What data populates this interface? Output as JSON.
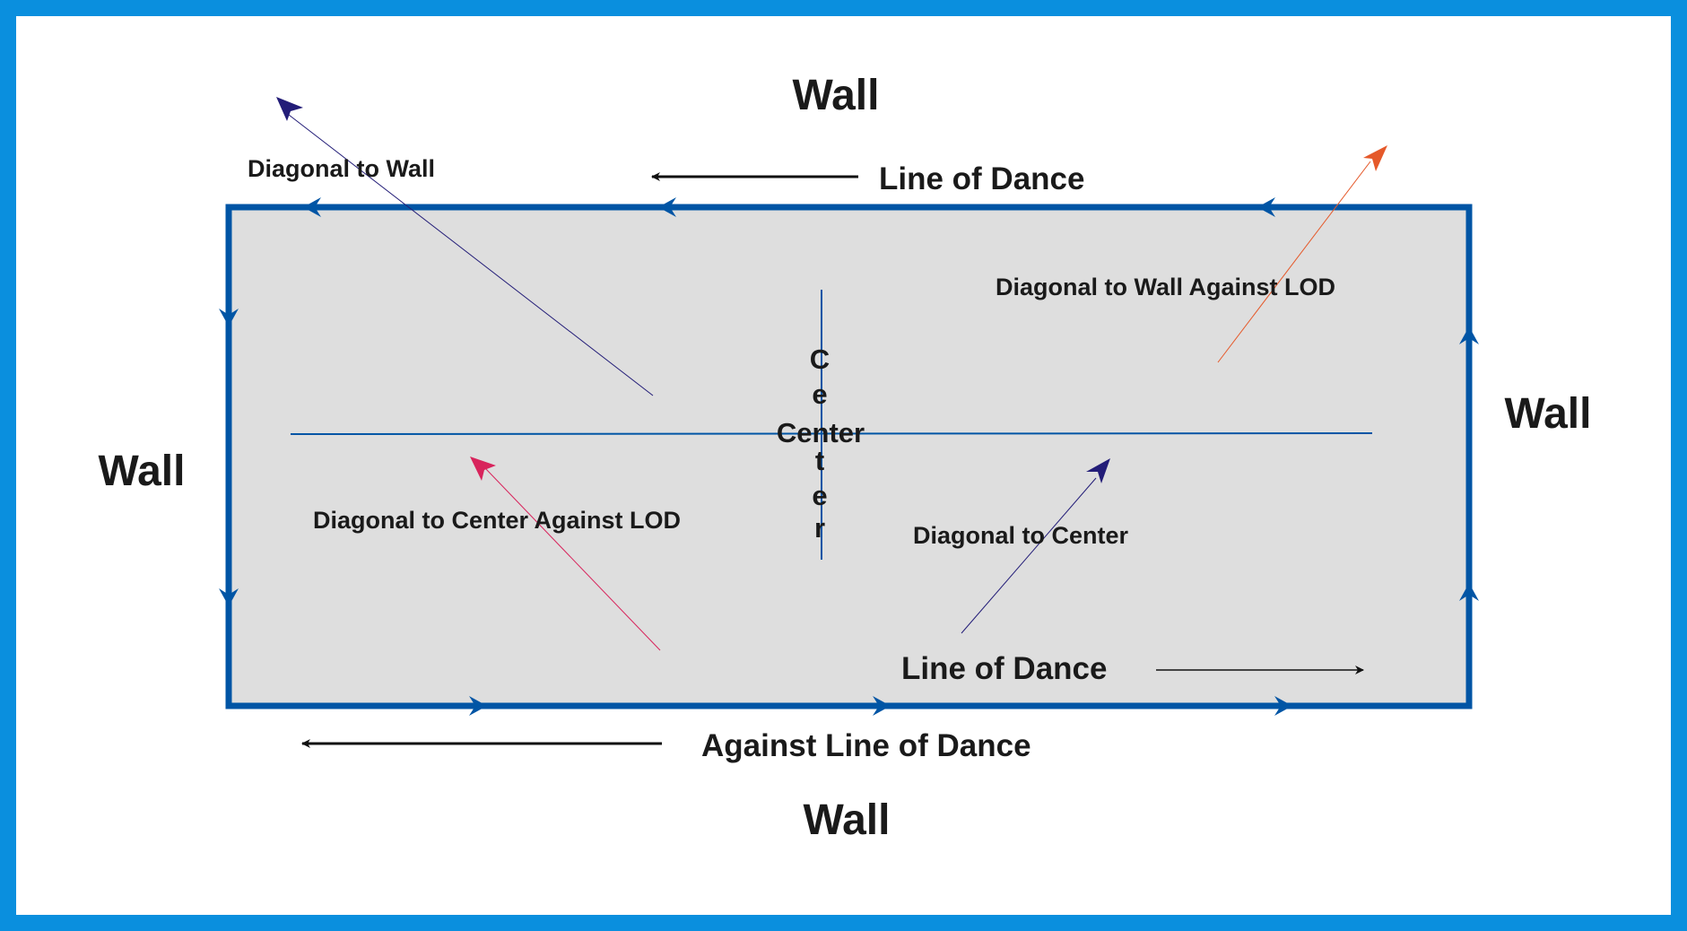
{
  "colors": {
    "frame": "#0a8fde",
    "floor_fill": "#dedede",
    "floor_border": "#0055a5",
    "axis": "#0055a5",
    "text": "#1a1a1a",
    "arrow_black": "#111111",
    "arrow_navy": "#231d78",
    "arrow_orange": "#e5592a",
    "arrow_pink": "#d8245c"
  },
  "walls": {
    "top": "Wall",
    "bottom": "Wall",
    "left": "Wall",
    "right": "Wall"
  },
  "line_of_dance": {
    "top": "Line of Dance",
    "bottom": "Line of Dance"
  },
  "against_line_of_dance": "Against Line of Dance",
  "diagonals": {
    "to_wall": "Diagonal to Wall",
    "to_wall_against_lod": "Diagonal to Wall Against LOD",
    "to_center_against_lod": "Diagonal to Center Against LOD",
    "to_center": "Diagonal to Center"
  },
  "center": {
    "horizontal": "Center",
    "vertical_letters": [
      "C",
      "e",
      "",
      "t",
      "e",
      "r"
    ]
  }
}
